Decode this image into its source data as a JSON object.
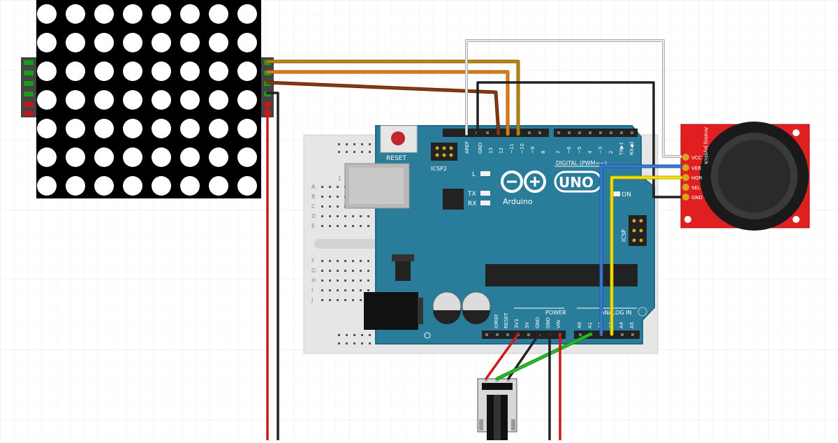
{
  "colors": {
    "board": "#2a7d9a",
    "board_edge": "#1f6a84",
    "matrix": "#000000",
    "joystick_pcb": "#e02020",
    "wire_gold": "#b8860b",
    "wire_orange": "#e07b1a",
    "wire_brown": "#8b3a10",
    "wire_black": "#222222",
    "wire_white": "#d8d8d8",
    "wire_blue": "#3a7bd5",
    "wire_yellow": "#f5e400",
    "wire_red": "#d01818",
    "wire_green": "#22b022"
  },
  "arduino": {
    "logo_text": "Arduino",
    "model": "UNO",
    "reset_label": "RESET",
    "icsp2_label": "ICSP2",
    "icsp_label": "ICSP",
    "digital_label": "DIGITAL (PWM=~)",
    "power_label": "POWER",
    "analog_label": "ANALOG IN",
    "led_l": "L",
    "led_tx": "TX",
    "led_rx": "RX",
    "led_on": "ON",
    "digital_pins_left": [
      "AREF",
      "GND",
      "13",
      "12",
      "~11",
      "~10",
      "~9",
      "8"
    ],
    "digital_pins_right": [
      "7",
      "~6",
      "~5",
      "4",
      "~3",
      "2",
      "TX▶1",
      "RX◀0"
    ],
    "power_pins": [
      "IOREF",
      "RESET",
      "3V3",
      "5V",
      "GND",
      "GND",
      "VIN"
    ],
    "analog_pins": [
      "A0",
      "A1",
      "A2",
      "A3",
      "A4",
      "A5"
    ]
  },
  "breadboard": {
    "rows": [
      "A",
      "B",
      "C",
      "D",
      "E",
      "F",
      "G",
      "H",
      "I",
      "J"
    ],
    "col_mark": "1"
  },
  "joystick": {
    "title": "Analog Joystick",
    "pins": [
      "VCC",
      "VER",
      "HOR",
      "SEL",
      "GND"
    ]
  }
}
